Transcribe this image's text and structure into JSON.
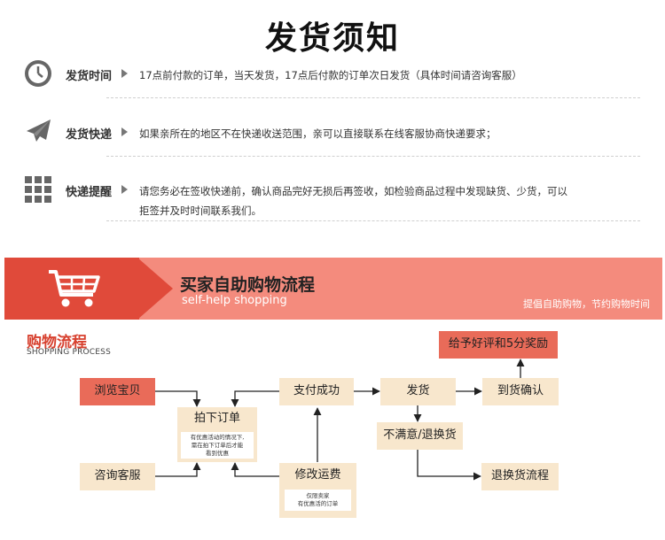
{
  "title": "发货须知",
  "notices": [
    {
      "label": "发货时间",
      "text": "17点前付款的订单，当天发货，17点后付款的订单次日发货（具体时间请咨询客服）"
    },
    {
      "label": "发货快递",
      "text": "如果亲所在的地区不在快递收送范围，亲可以直接联系在线客服协商快递要求；"
    },
    {
      "label": "快递提醒",
      "text_line1": "请您务必在签收快递前，确认商品完好无损后再签收，如检验商品过程中发现缺货、少货，可以",
      "text_line2": "拒签并及时时间联系我们。"
    }
  ],
  "banner": {
    "title": "买家自助购物流程",
    "subtitle": "self-help shopping",
    "slogan": "提倡自助购物，节约购物时间"
  },
  "flow": {
    "title": "购物流程",
    "subtitle": "SHOPPING PROCESS",
    "browse": "浏览宝贝",
    "consult": "咨询客服",
    "order": "拍下订单",
    "order_note_1": "有优惠活动的情况下,",
    "order_note_2": "需在拍下订单后才能",
    "order_note_3": "看到优惠",
    "pay": "支付成功",
    "modify": "修改运费",
    "modify_note_1": "仅限卖家",
    "modify_note_2": "有优惠活的订单",
    "ship": "发货",
    "receive": "到货确认",
    "review": "给予好评和5分奖励",
    "unsatisfied": "不满意/退换货",
    "return": "退换货流程"
  },
  "colors": {
    "accent_red": "#e04a3a",
    "banner_pink": "#f48b7d",
    "box_beige": "#f8e7cd",
    "box_red": "#e96b59"
  }
}
